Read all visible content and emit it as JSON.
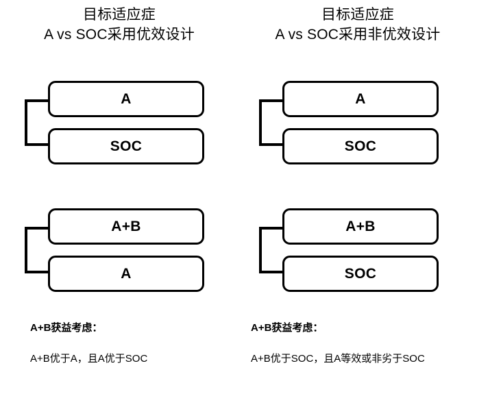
{
  "columns": [
    {
      "title": {
        "line1": "目标适应症",
        "line2": "A vs SOC采用优效设计"
      },
      "groups": [
        {
          "name": "superiority-primary-group",
          "boxes": [
            {
              "label": "A"
            },
            {
              "label": "SOC"
            }
          ]
        },
        {
          "name": "superiority-combination-group",
          "boxes": [
            {
              "label": "A+B"
            },
            {
              "label": "A"
            }
          ]
        }
      ],
      "caption": {
        "heading": "A+B获益考虑：",
        "body": "A+B优于A，且A优于SOC"
      }
    },
    {
      "title": {
        "line1": "目标适应症",
        "line2": "A vs SOC采用非优效设计"
      },
      "groups": [
        {
          "name": "noninferiority-primary-group",
          "boxes": [
            {
              "label": "A"
            },
            {
              "label": "SOC"
            }
          ]
        },
        {
          "name": "noninferiority-combination-group",
          "boxes": [
            {
              "label": "A+B"
            },
            {
              "label": "SOC"
            }
          ]
        }
      ],
      "caption": {
        "heading": "A+B获益考虑：",
        "body": "A+B优于SOC，且A等效或非劣于SOC"
      }
    }
  ],
  "style": {
    "background": "#ffffff",
    "stroke": "#000000",
    "text": "#000000"
  }
}
